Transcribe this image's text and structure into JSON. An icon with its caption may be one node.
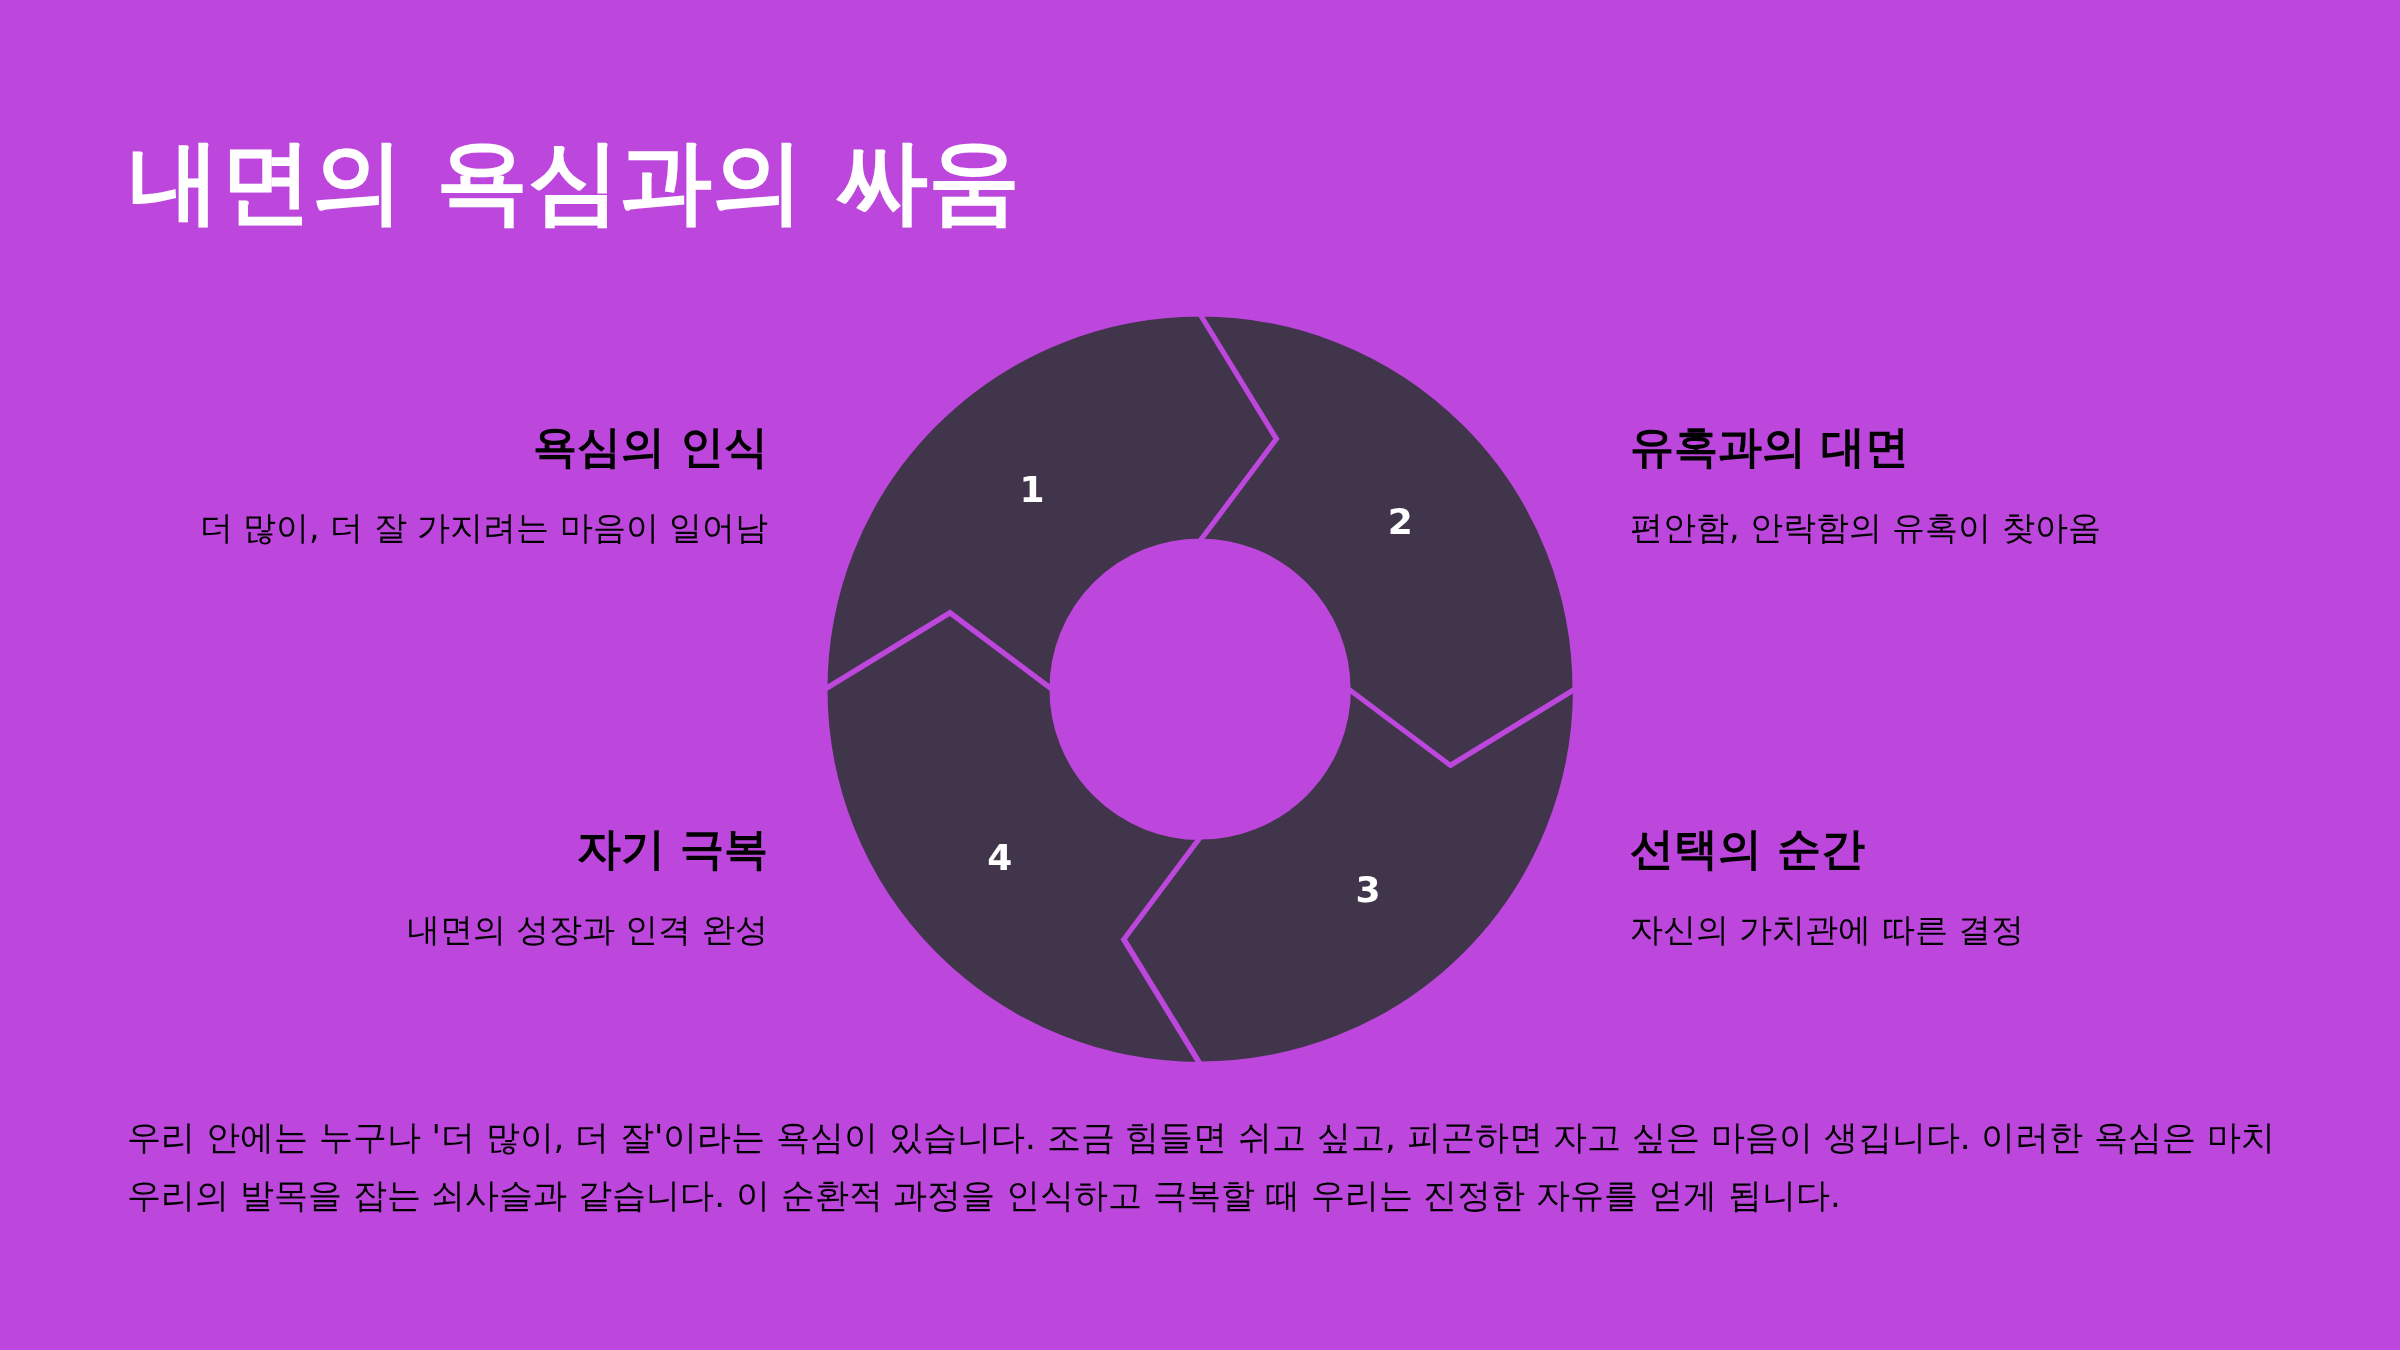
{
  "diagram": {
    "title": "내면의 욕심과의 싸움",
    "caption": "우리 안에는 누구나 '더 많이, 더 잘'이라는 욕심이 있습니다. 조금 힘들면 쉬고 싶고, 피곤하면 자고 싶은 마음이 생깁니다. 이러한 욕심은 마치 우리의 발목을 잡는 쇠사슬과 같습니다. 이 순환적 과정을 인식하고 극복할 때 우리는 진정한 자유를 얻게 됩니다.",
    "nodes": [
      {
        "text": [
          "1"
        ],
        "beside": [
          "욕심의 인식",
          "더 많이, 더 잘 가지려는 마음이 일어남"
        ]
      },
      {
        "text": [
          "2"
        ],
        "beside": [
          "유혹과의 대면",
          "편안함, 안락함의 유혹이 찾아옴"
        ]
      },
      {
        "text": [
          "3"
        ],
        "beside": [
          "선택의 순간",
          "자신의 가치관에 따른 결정"
        ]
      },
      {
        "text": [
          "4"
        ],
        "beside": [
          "자기 극복",
          "내면의 성장과 인격 완성"
        ]
      }
    ]
  }
}
